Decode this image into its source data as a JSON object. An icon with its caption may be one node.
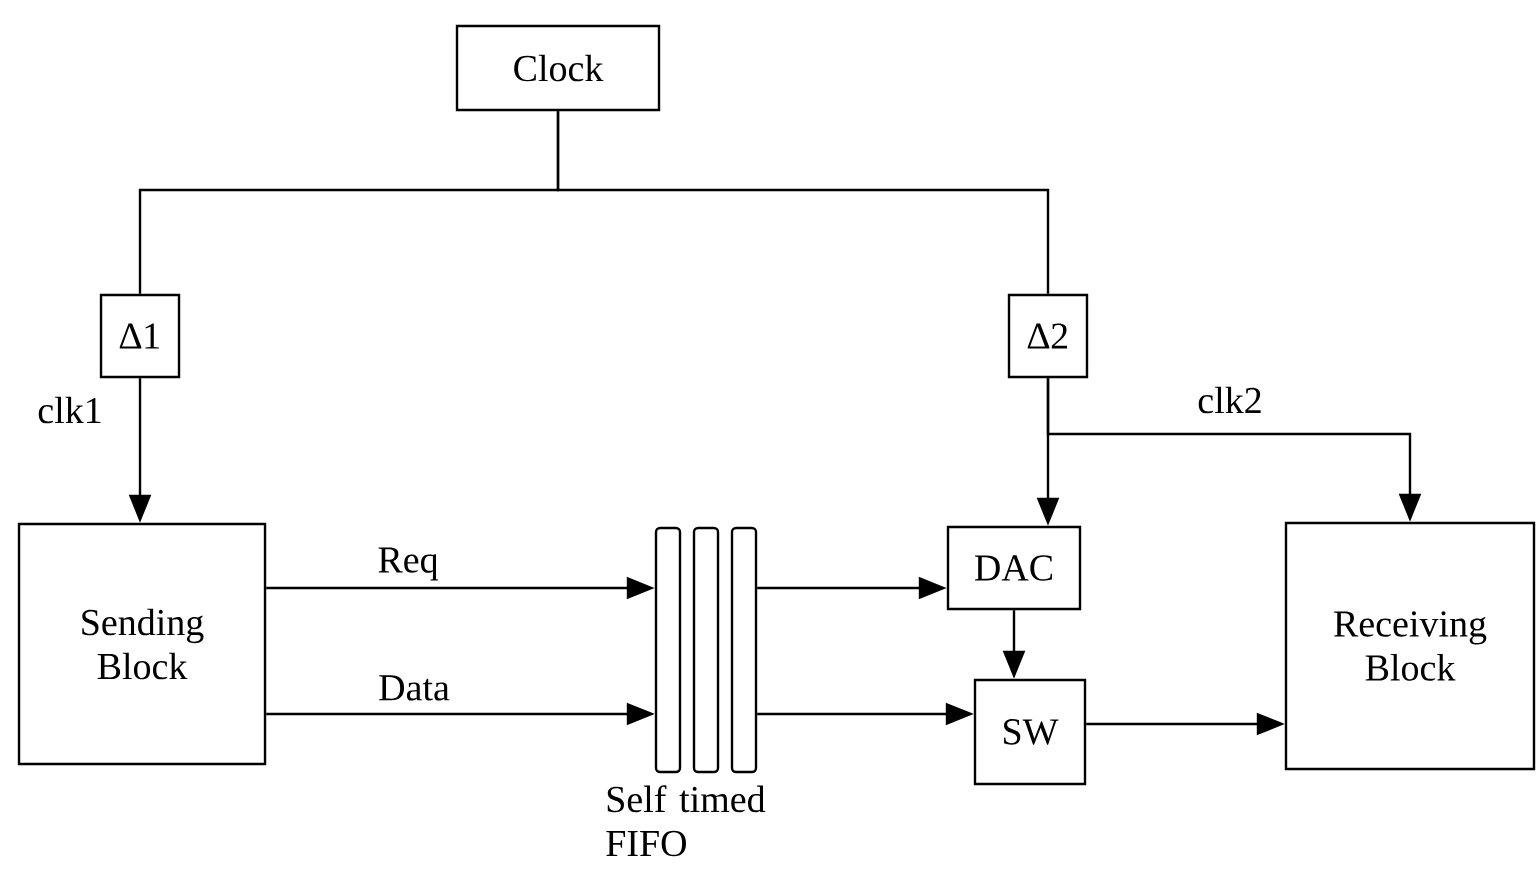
{
  "diagram": {
    "nodes": [
      {
        "text": [
          "Clock"
        ]
      },
      {
        "text": [
          "∆1"
        ]
      },
      {
        "text": [
          "∆2"
        ]
      },
      {
        "text": [
          "Sending Block"
        ]
      },
      {
        "text": [],
        "shape": "bar",
        "beside": [
          "Self timed FIFO"
        ]
      },
      {
        "text": [
          "DAC"
        ]
      },
      {
        "text": [
          "SW"
        ]
      },
      {
        "text": [
          "Receiving Block"
        ]
      }
    ],
    "edges": [
      {
        "from": 0,
        "to": 1,
        "arrow": "none"
      },
      {
        "from": 0,
        "to": 2,
        "arrow": "none"
      },
      {
        "from": 1,
        "to": 3,
        "arrow": "to",
        "label": "clk1"
      },
      {
        "from": 2,
        "to": 5,
        "arrow": "to"
      },
      {
        "from": 2,
        "to": 7,
        "arrow": "to",
        "label": "clk2"
      },
      {
        "from": 3,
        "to": 4,
        "arrow": "to",
        "label": "Req"
      },
      {
        "from": 3,
        "to": 4,
        "arrow": "to",
        "label": "Data"
      },
      {
        "from": 4,
        "to": 5,
        "arrow": "to"
      },
      {
        "from": 4,
        "to": 6,
        "arrow": "to"
      },
      {
        "from": 5,
        "to": 6,
        "arrow": "to"
      },
      {
        "from": 6,
        "to": 7,
        "arrow": "to"
      }
    ]
  }
}
